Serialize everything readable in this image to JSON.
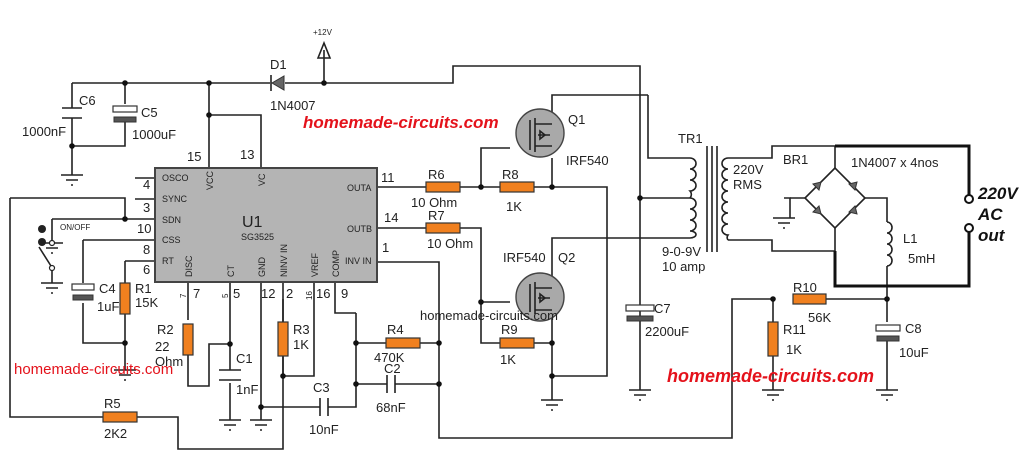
{
  "title": "SG3525 inverter circuit schematic",
  "supply": {
    "label": "+12V"
  },
  "ic": {
    "ref": "U1",
    "part": "SG3525",
    "pins_left": [
      {
        "name": "OSCO",
        "num": "4"
      },
      {
        "name": "SYNC",
        "num": "3"
      },
      {
        "name": "SDN",
        "num": "10"
      },
      {
        "name": "CSS",
        "num": "8"
      },
      {
        "name": "RT",
        "num": "6"
      }
    ],
    "pins_top": [
      {
        "name": "VCC",
        "num": "15"
      },
      {
        "name": "VC",
        "num": "13"
      }
    ],
    "pins_right": [
      {
        "name": "OUTA",
        "num": "11"
      },
      {
        "name": "OUTB",
        "num": "14"
      },
      {
        "name": "INV IN",
        "num": "1"
      }
    ],
    "pins_bottom": [
      {
        "name": "DISC",
        "num": "7",
        "small": "7"
      },
      {
        "name": "CT",
        "num": "5",
        "small": "5"
      },
      {
        "name": "GND",
        "num": "12",
        "small": ""
      },
      {
        "name": "NINV IN",
        "num": "2",
        "small": ""
      },
      {
        "name": "VREF",
        "num": "16",
        "small": "16"
      },
      {
        "name": "COMP",
        "num": "9",
        "small": ""
      }
    ]
  },
  "components": {
    "D1": {
      "ref": "D1",
      "value": "1N4007"
    },
    "C6": {
      "ref": "C6",
      "value": "1000nF"
    },
    "C5": {
      "ref": "C5",
      "value": "1000uF"
    },
    "C4": {
      "ref": "C4",
      "value": "1uF"
    },
    "R1": {
      "ref": "R1",
      "value": "15K"
    },
    "R2": {
      "ref": "R2",
      "value": "22",
      "value2": "Ohm"
    },
    "C1": {
      "ref": "C1",
      "value": "1nF"
    },
    "R3": {
      "ref": "R3",
      "value": "1K"
    },
    "C3": {
      "ref": "C3",
      "value": "10nF"
    },
    "R4": {
      "ref": "R4",
      "value": "470K"
    },
    "C2": {
      "ref": "C2",
      "value": "68nF"
    },
    "R5": {
      "ref": "R5",
      "value": "2K2"
    },
    "R6": {
      "ref": "R6",
      "value": "10 Ohm"
    },
    "R7": {
      "ref": "R7",
      "value": "10 Ohm"
    },
    "R8": {
      "ref": "R8",
      "value": "1K"
    },
    "R9": {
      "ref": "R9",
      "value": "1K"
    },
    "Q1": {
      "ref": "Q1",
      "value": "IRF540"
    },
    "Q2": {
      "ref": "Q2",
      "value": "IRF540"
    },
    "C7": {
      "ref": "C7",
      "value": "2200uF"
    },
    "TR1": {
      "ref": "TR1",
      "primary": "9-0-9V",
      "primary2": "10 amp",
      "secondary": "220V",
      "secondary2": "RMS"
    },
    "BR1": {
      "ref": "BR1",
      "value": "1N4007 x 4nos"
    },
    "L1": {
      "ref": "L1",
      "value": "5mH"
    },
    "R10": {
      "ref": "R10",
      "value": "56K"
    },
    "R11": {
      "ref": "R11",
      "value": "1K"
    },
    "C8": {
      "ref": "C8",
      "value": "10uF"
    }
  },
  "switch": {
    "label": "ON/OFF"
  },
  "output": {
    "line1": "220V",
    "line2": "AC",
    "line3": "out"
  },
  "watermarks": [
    "homemade-circuits.com",
    "homemade-circuits.com",
    "homemade-circuits.com",
    "homemade-circuits.com"
  ],
  "colors": {
    "resistor": "#f0801f",
    "ic_body": "#b4b4b4",
    "watermark": "#e4121b"
  }
}
